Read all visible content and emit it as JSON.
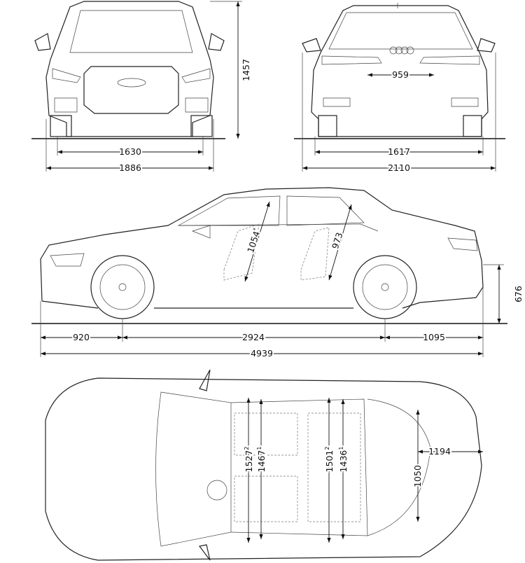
{
  "front_view": {
    "track_width": "1630",
    "overall_width": "1886",
    "height": "1457"
  },
  "rear_view": {
    "trunk_opening": "959",
    "track_width": "1617",
    "width_with_mirrors": "2110"
  },
  "side_view": {
    "front_overhang": "920",
    "wheelbase": "2924",
    "rear_overhang": "1095",
    "overall_length": "4939",
    "loading_height": "676",
    "front_headroom": "1054",
    "front_headroom_mark": "*",
    "rear_headroom": "973"
  },
  "top_view": {
    "front_shoulder_width": "1527",
    "front_shoulder_note": "2",
    "front_elbow_width": "1467",
    "front_elbow_note": "1",
    "rear_shoulder_width": "1501",
    "rear_shoulder_note": "2",
    "rear_elbow_width": "1436",
    "rear_elbow_note": "1",
    "trunk_width": "1050",
    "trunk_length": "1194"
  }
}
